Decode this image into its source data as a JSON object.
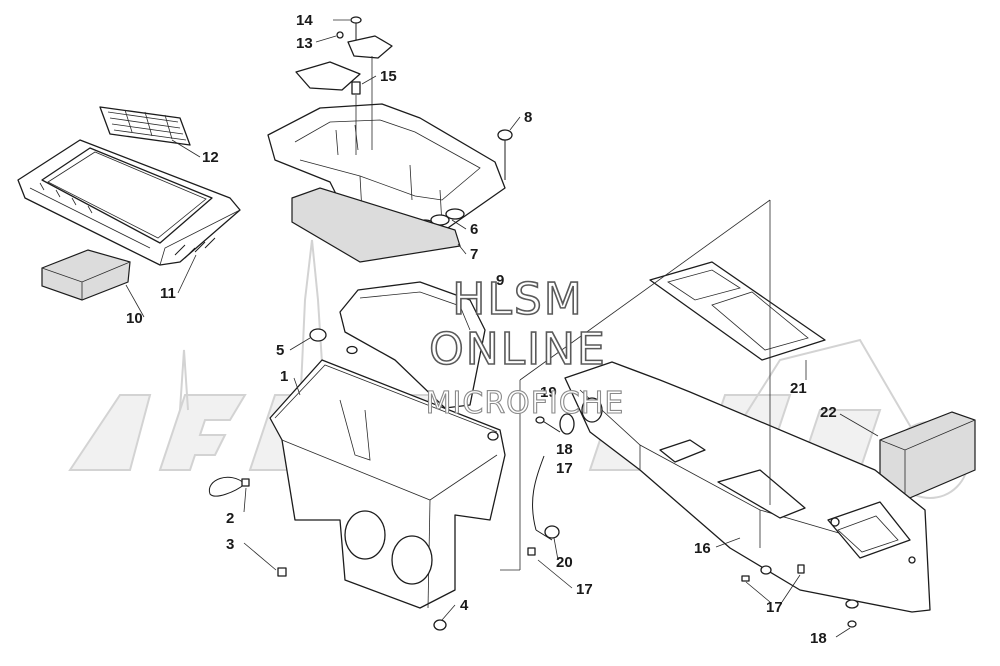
{
  "watermark": {
    "line1": "HLSM",
    "line2": "ONLINE",
    "line3": "MICROFICHE",
    "background_logo": "Arctic Cat"
  },
  "colors": {
    "ink": "#1c1c1c",
    "foam_fill": "#dcdcdc",
    "watermark_grey": "#d3d3d3"
  },
  "callouts": [
    {
      "id": "c14",
      "label": "14"
    },
    {
      "id": "c13",
      "label": "13"
    },
    {
      "id": "c15",
      "label": "15"
    },
    {
      "id": "c8",
      "label": "8"
    },
    {
      "id": "c12",
      "label": "12"
    },
    {
      "id": "c6",
      "label": "6"
    },
    {
      "id": "c7",
      "label": "7"
    },
    {
      "id": "c9",
      "label": "9"
    },
    {
      "id": "c11",
      "label": "11"
    },
    {
      "id": "c10",
      "label": "10"
    },
    {
      "id": "c5",
      "label": "5"
    },
    {
      "id": "c1",
      "label": "1"
    },
    {
      "id": "c19",
      "label": "19"
    },
    {
      "id": "c21",
      "label": "21"
    },
    {
      "id": "c22",
      "label": "22"
    },
    {
      "id": "c18a",
      "label": "18"
    },
    {
      "id": "c17a",
      "label": "17"
    },
    {
      "id": "c2",
      "label": "2"
    },
    {
      "id": "c3",
      "label": "3"
    },
    {
      "id": "c20",
      "label": "20"
    },
    {
      "id": "c16",
      "label": "16"
    },
    {
      "id": "c17b",
      "label": "17"
    },
    {
      "id": "c4",
      "label": "4"
    },
    {
      "id": "c17c",
      "label": "17"
    },
    {
      "id": "c18b",
      "label": "18"
    }
  ]
}
